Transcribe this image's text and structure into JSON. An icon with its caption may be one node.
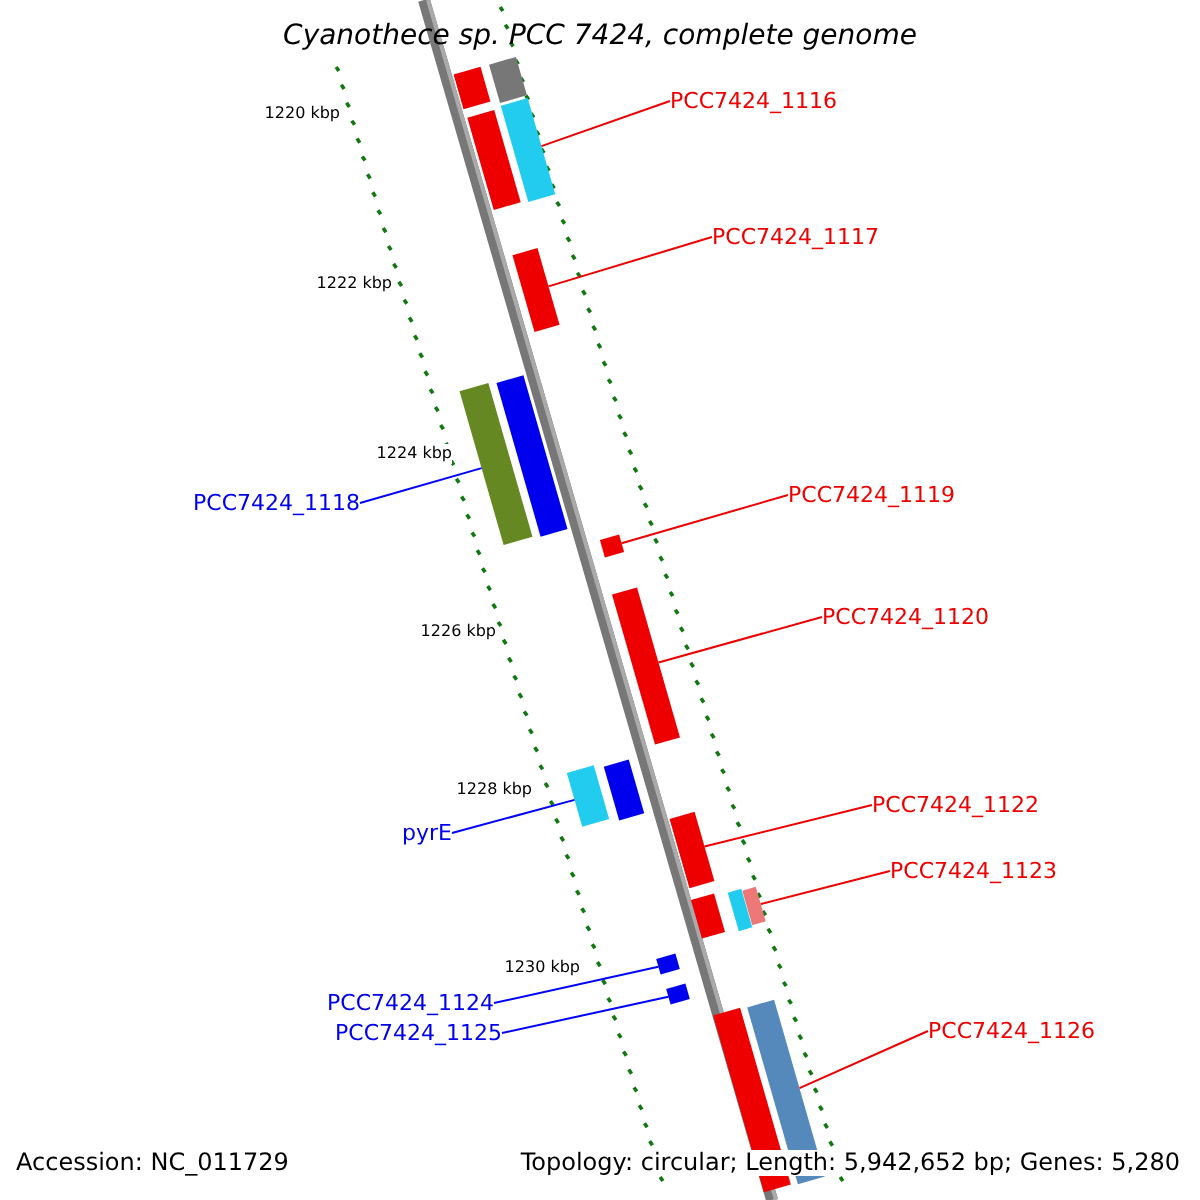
{
  "diagram": {
    "title": "Cyanothece sp. PCC 7424, complete genome",
    "nodes": [
      {
        "text": [
          "PCC7424_1116"
        ]
      },
      {
        "text": [
          "PCC7424_1117"
        ]
      },
      {
        "text": [
          "PCC7424_1118"
        ]
      },
      {
        "text": [
          "PCC7424_1119"
        ]
      },
      {
        "text": [
          "PCC7424_1120"
        ]
      },
      {
        "text": [
          "pyrE"
        ]
      },
      {
        "text": [
          "PCC7424_1122"
        ]
      },
      {
        "text": [
          "PCC7424_1123"
        ]
      },
      {
        "text": [
          "PCC7424_1124"
        ]
      },
      {
        "text": [
          "PCC7424_1125"
        ]
      },
      {
        "text": [
          "PCC7424_1126"
        ]
      },
      {
        "text": [],
        "shape": "bar"
      },
      {
        "text": [],
        "shape": "bar"
      },
      {
        "text": [],
        "shape": "bar"
      },
      {
        "text": [],
        "shape": "bar"
      },
      {
        "text": [],
        "shape": "bar"
      },
      {
        "text": [],
        "shape": "bar"
      },
      {
        "text": [],
        "shape": "bar"
      },
      {
        "text": [],
        "shape": "bar"
      },
      {
        "text": [],
        "shape": "bar"
      },
      {
        "text": [],
        "shape": "bar"
      },
      {
        "text": [],
        "shape": "bar"
      },
      {
        "text": [],
        "shape": "bar"
      },
      {
        "text": [],
        "shape": "bar"
      },
      {
        "text": [],
        "shape": "bar"
      },
      {
        "text": [],
        "shape": "bar"
      },
      {
        "text": [],
        "shape": "bar"
      },
      {
        "text": [],
        "shape": "bar"
      },
      {
        "text": [],
        "shape": "bar"
      },
      {
        "text": [],
        "shape": "bar"
      }
    ],
    "edges": [
      {
        "from": 0,
        "to": 14,
        "arrow": "none"
      },
      {
        "from": 1,
        "to": 15,
        "arrow": "none"
      },
      {
        "from": 2,
        "to": 16,
        "arrow": "none",
        "color": "#0000ff"
      },
      {
        "from": 3,
        "to": 18,
        "arrow": "none"
      },
      {
        "from": 4,
        "to": 19,
        "arrow": "none"
      },
      {
        "from": 5,
        "to": 20,
        "arrow": "none",
        "color": "#0000ff"
      },
      {
        "from": 6,
        "to": 22,
        "arrow": "none"
      },
      {
        "from": 7,
        "to": 25,
        "arrow": "none"
      },
      {
        "from": 8,
        "to": 26,
        "arrow": "none",
        "color": "#0000ff"
      },
      {
        "from": 9,
        "to": 27,
        "arrow": "none",
        "color": "#0000ff"
      },
      {
        "from": 10,
        "to": 29,
        "arrow": "none"
      }
    ],
    "labels": [
      "1220 kbp",
      "1222 kbp",
      "1224 kbp",
      "1226 kbp",
      "1228 kbp",
      "1230 kbp",
      "Accession: NC_011729",
      "Topology: circular; Length: 5,942,652 bp; Genes: 5,280"
    ]
  }
}
